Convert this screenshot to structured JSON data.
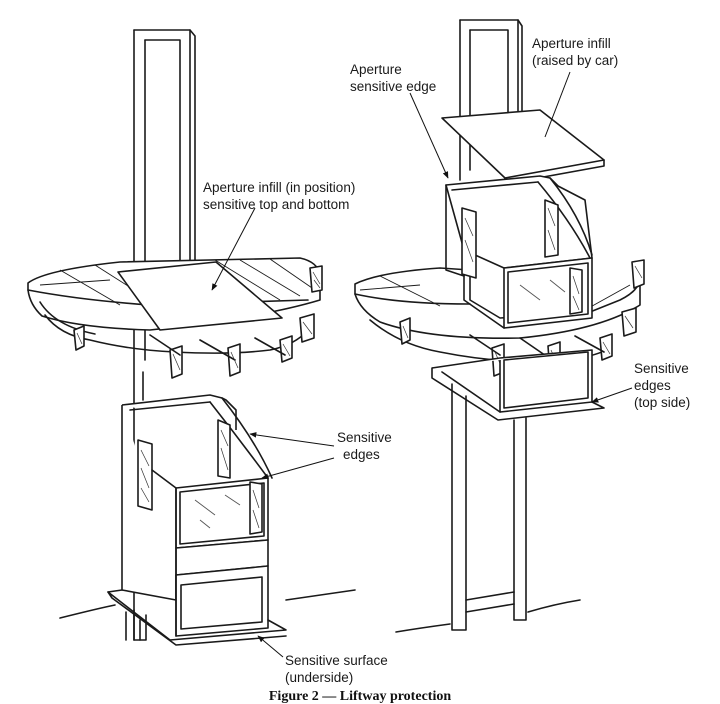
{
  "labels": {
    "left_infill": [
      "Aperture infill (in position)",
      "sensitive top and bottom"
    ],
    "sensitive_edges": [
      "Sensitive",
      "edges"
    ],
    "sensitive_surface": [
      "Sensitive surface",
      "(underside)"
    ],
    "aperture_infill_raised": [
      "Aperture infill",
      "(raised by car)"
    ],
    "aperture_sensitive_edge": [
      "Aperture",
      "sensitive edge"
    ],
    "sensitive_edges_top": [
      "Sensitive",
      "edges",
      "(top side)"
    ]
  },
  "caption": "Figure 2 — Liftway protection"
}
